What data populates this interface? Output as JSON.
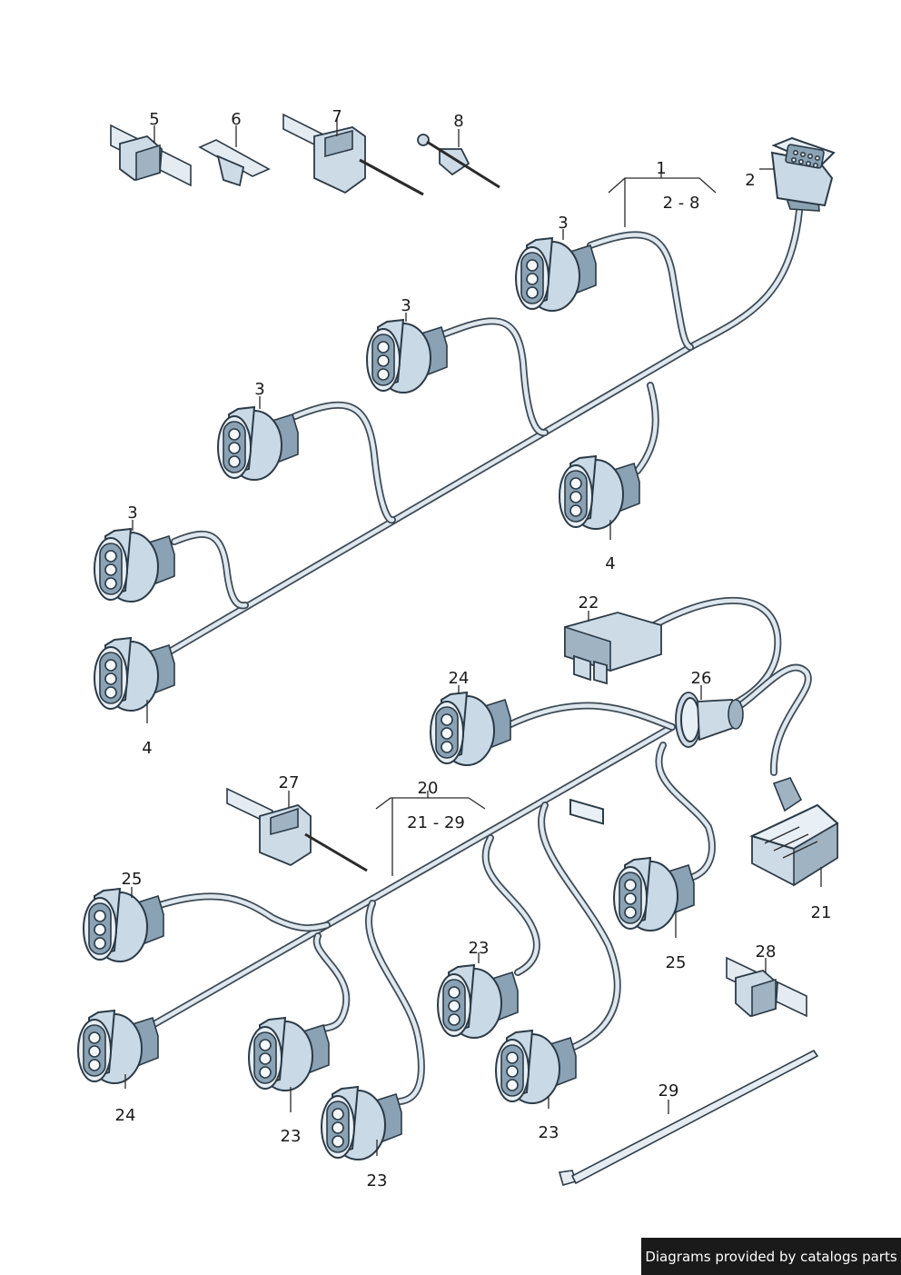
{
  "callouts": {
    "c1": "1",
    "c1_range": "2 - 8",
    "c2": "2",
    "c3a": "3",
    "c3b": "3",
    "c3c": "3",
    "c3d": "3",
    "c4a": "4",
    "c4b": "4",
    "c5": "5",
    "c6": "6",
    "c7": "7",
    "c8": "8",
    "c20": "20",
    "c20_range": "21 - 29",
    "c21": "21",
    "c22": "22",
    "c23a": "23",
    "c23b": "23",
    "c23c": "23",
    "c23d": "23",
    "c24a": "24",
    "c24b": "24",
    "c25a": "25",
    "c25b": "25",
    "c26": "26",
    "c27": "27",
    "c28": "28",
    "c29": "29"
  },
  "footer": {
    "text": "Diagrams provided by catalogs parts"
  },
  "colors": {
    "outline": "#2b3a46",
    "fill": "#c9d9e6",
    "footer_bg": "#1a1a1a"
  }
}
